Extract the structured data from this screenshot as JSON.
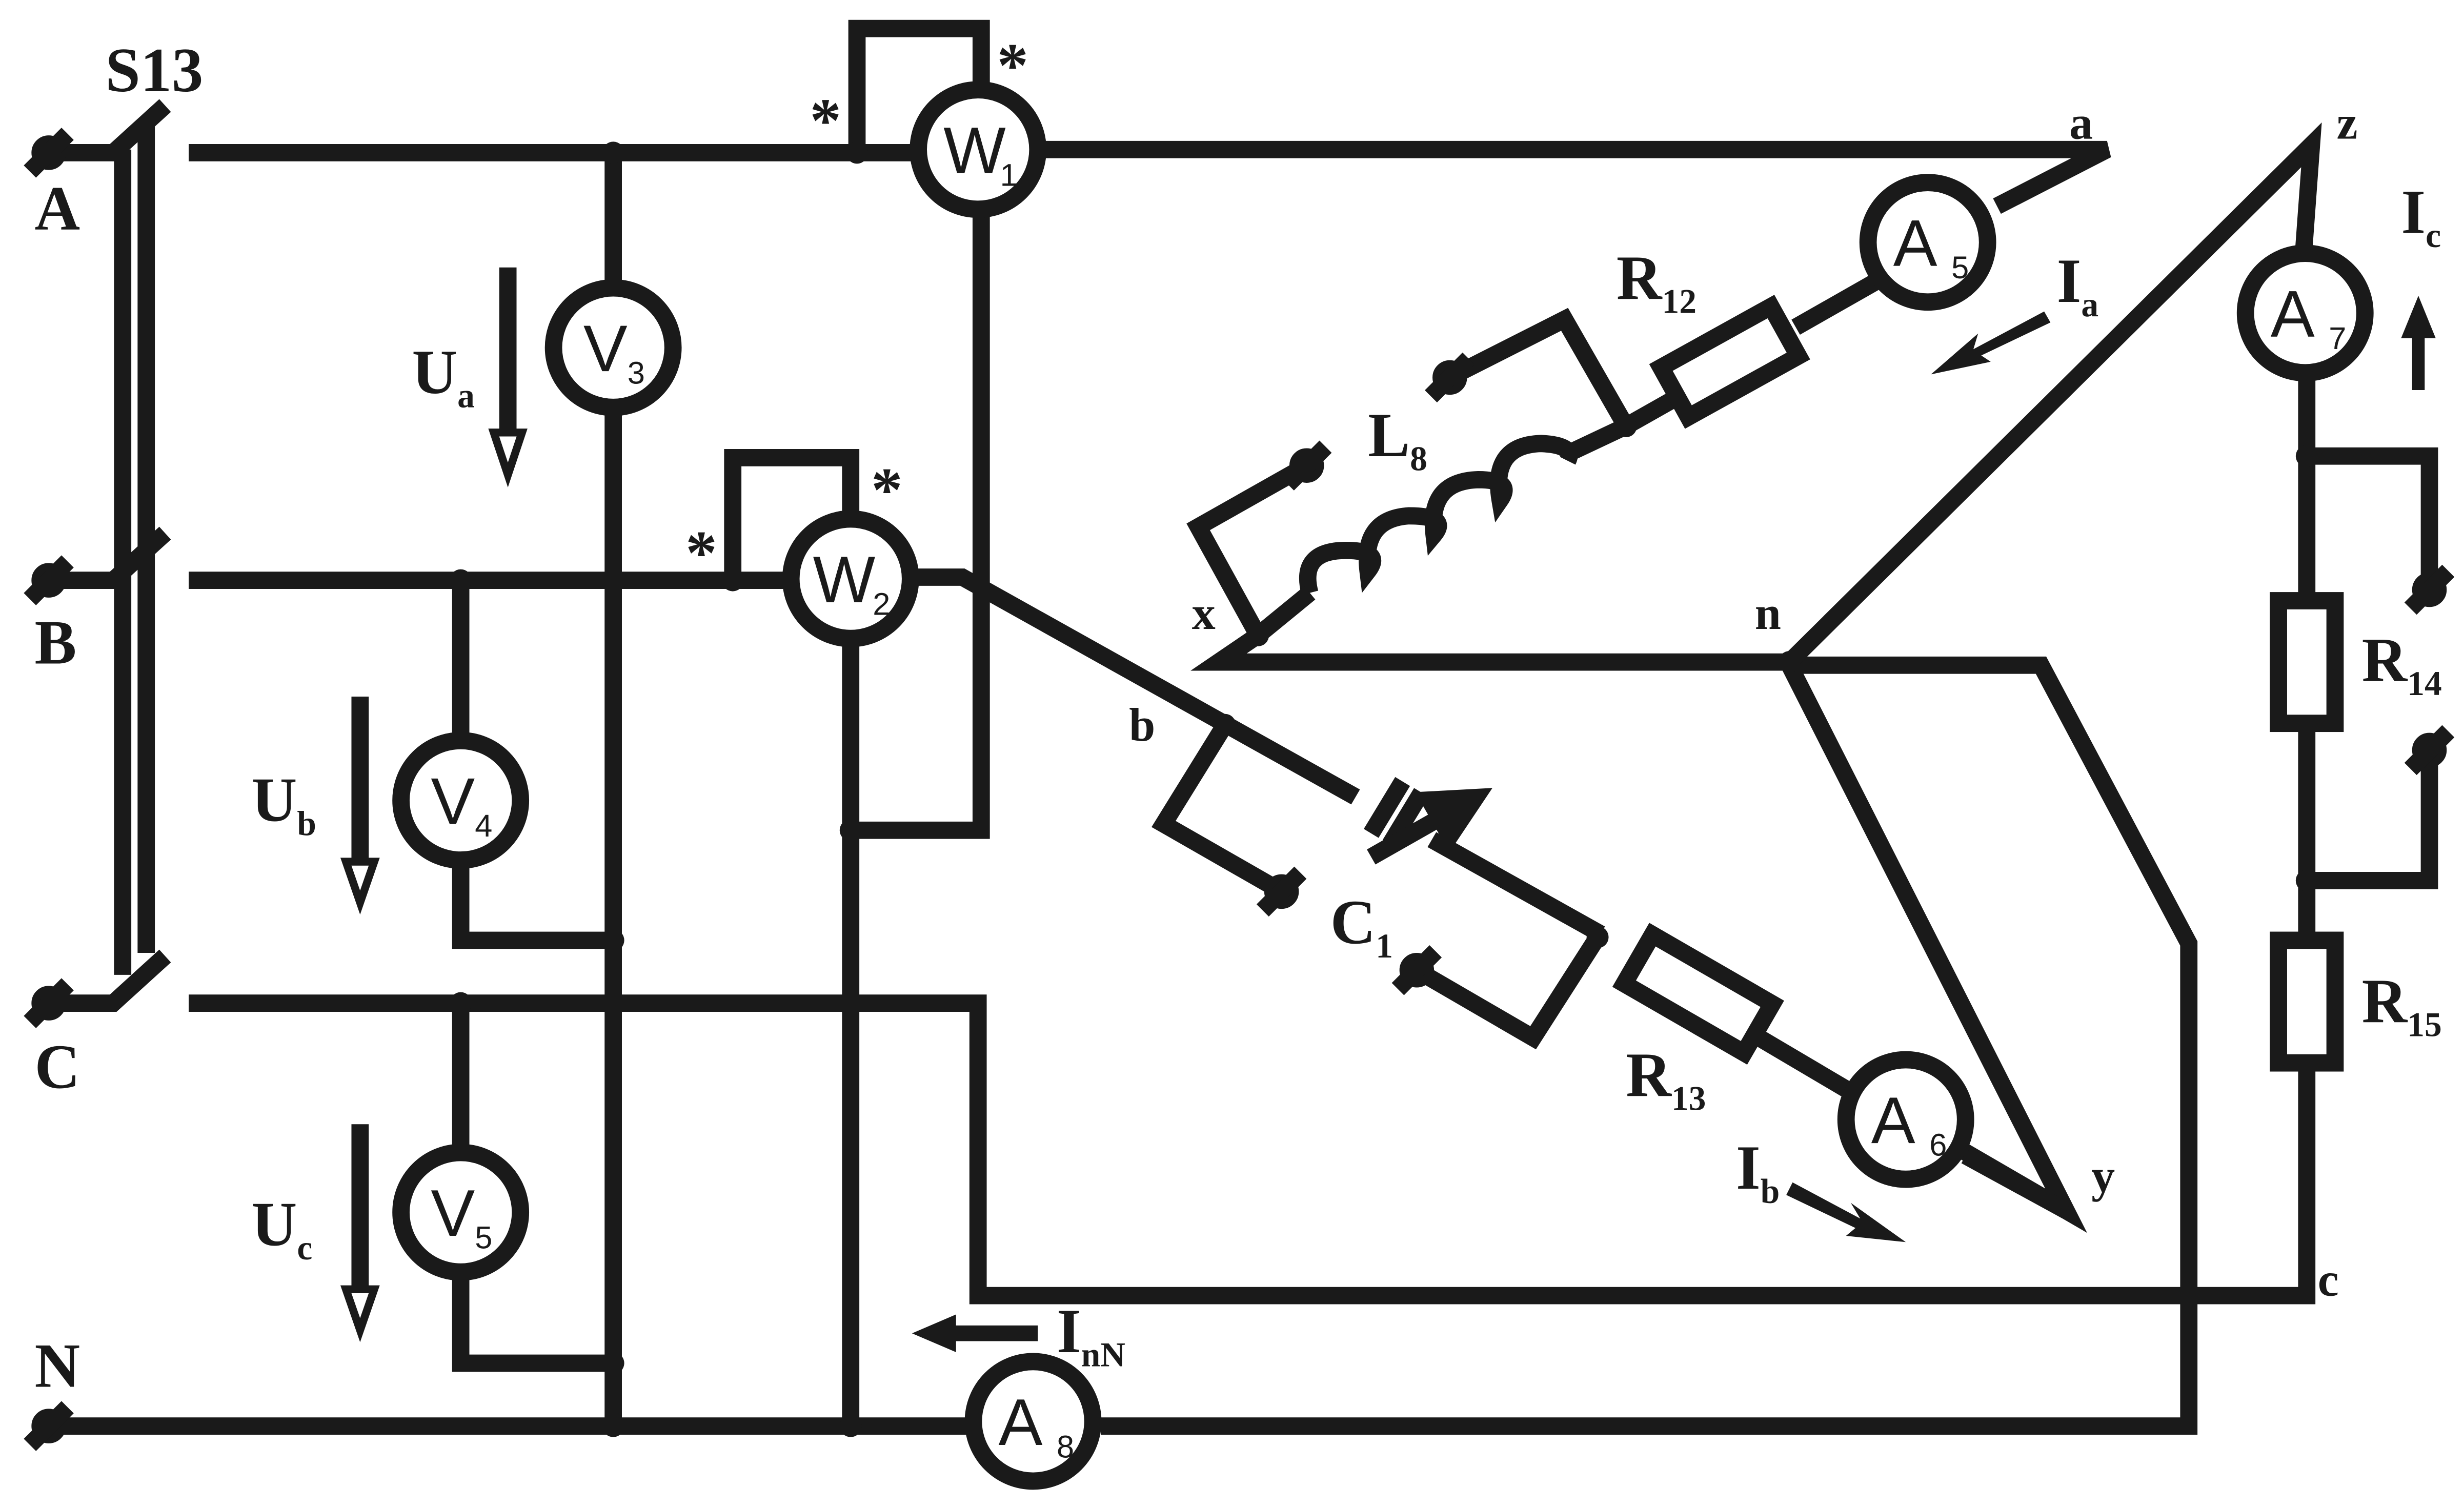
{
  "switch": {
    "name": "S13"
  },
  "terminals": {
    "A": "A",
    "B": "B",
    "C": "C",
    "N": "N"
  },
  "nodes": {
    "a": "a",
    "b": "b",
    "c": "c",
    "n": "n",
    "x": "x",
    "y": "y",
    "z": "z"
  },
  "star": "*",
  "meters": {
    "W1": {
      "letter": "W",
      "sub": "1"
    },
    "W2": {
      "letter": "W",
      "sub": "2"
    },
    "V3": {
      "letter": "V",
      "sub": "3"
    },
    "V4": {
      "letter": "V",
      "sub": "4"
    },
    "V5": {
      "letter": "V",
      "sub": "5"
    },
    "A5": {
      "letter": "A",
      "sub": "5"
    },
    "A6": {
      "letter": "A",
      "sub": "6"
    },
    "A7": {
      "letter": "A",
      "sub": "7"
    },
    "A8": {
      "letter": "A",
      "sub": "8"
    }
  },
  "components": {
    "R12": {
      "letter": "R",
      "sub": "12"
    },
    "R13": {
      "letter": "R",
      "sub": "13"
    },
    "R14": {
      "letter": "R",
      "sub": "14"
    },
    "R15": {
      "letter": "R",
      "sub": "15"
    },
    "L8": {
      "letter": "L",
      "sub": "8"
    },
    "C1": {
      "letter": "C",
      "sub": "1"
    }
  },
  "quantities": {
    "Ua": {
      "letter": "U",
      "sub": "a"
    },
    "Ub": {
      "letter": "U",
      "sub": "b"
    },
    "Uc": {
      "letter": "U",
      "sub": "c"
    },
    "Ia": {
      "letter": "I",
      "sub": "a"
    },
    "Ib": {
      "letter": "I",
      "sub": "b"
    },
    "Ic": {
      "letter": "I",
      "sub": "c"
    },
    "InN": {
      "letter": "I",
      "sub": "nN"
    }
  }
}
